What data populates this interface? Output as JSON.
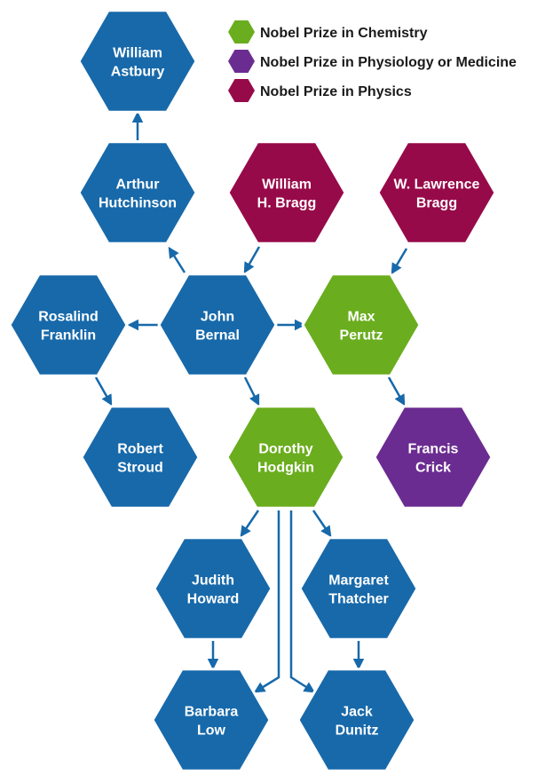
{
  "colors": {
    "none": "#1769aa",
    "chemistry": "#6aad1e",
    "medicine": "#6b2c91",
    "physics": "#970a49",
    "edge": "#1769aa"
  },
  "legend": [
    {
      "key": "chemistry",
      "label": "Nobel Prize in Chemistry"
    },
    {
      "key": "medicine",
      "label": "Nobel Prize in Physiology or Medicine"
    },
    {
      "key": "physics",
      "label": "Nobel Prize in Physics"
    }
  ],
  "people": [
    {
      "id": "william-astbury",
      "lines": [
        "William",
        "Astbury"
      ],
      "prize": "none"
    },
    {
      "id": "arthur-hutchinson",
      "lines": [
        "Arthur",
        "Hutchinson"
      ],
      "prize": "none"
    },
    {
      "id": "william-h-bragg",
      "lines": [
        "William",
        "H. Bragg"
      ],
      "prize": "physics"
    },
    {
      "id": "w-lawrence-bragg",
      "lines": [
        "W. Lawrence",
        "Bragg"
      ],
      "prize": "physics"
    },
    {
      "id": "rosalind-franklin",
      "lines": [
        "Rosalind",
        "Franklin"
      ],
      "prize": "none"
    },
    {
      "id": "john-bernal",
      "lines": [
        "John",
        "Bernal"
      ],
      "prize": "none"
    },
    {
      "id": "max-perutz",
      "lines": [
        "Max",
        "Perutz"
      ],
      "prize": "chemistry"
    },
    {
      "id": "robert-stroud",
      "lines": [
        "Robert",
        "Stroud"
      ],
      "prize": "none"
    },
    {
      "id": "dorothy-hodgkin",
      "lines": [
        "Dorothy",
        "Hodgkin"
      ],
      "prize": "chemistry"
    },
    {
      "id": "francis-crick",
      "lines": [
        "Francis",
        "Crick"
      ],
      "prize": "medicine"
    },
    {
      "id": "judith-howard",
      "lines": [
        "Judith",
        "Howard"
      ],
      "prize": "none"
    },
    {
      "id": "margaret-thatcher",
      "lines": [
        "Margaret",
        "Thatcher"
      ],
      "prize": "none"
    },
    {
      "id": "barbara-low",
      "lines": [
        "Barbara",
        "Low"
      ],
      "prize": "none"
    },
    {
      "id": "jack-dunitz",
      "lines": [
        "Jack",
        "Dunitz"
      ],
      "prize": "none"
    }
  ],
  "links": [
    {
      "from": "arthur-hutchinson",
      "to": "william-astbury"
    },
    {
      "from": "john-bernal",
      "to": "arthur-hutchinson"
    },
    {
      "from": "william-h-bragg",
      "to": "john-bernal"
    },
    {
      "from": "w-lawrence-bragg",
      "to": "max-perutz"
    },
    {
      "from": "john-bernal",
      "to": "rosalind-franklin"
    },
    {
      "from": "john-bernal",
      "to": "max-perutz"
    },
    {
      "from": "rosalind-franklin",
      "to": "robert-stroud"
    },
    {
      "from": "john-bernal",
      "to": "dorothy-hodgkin"
    },
    {
      "from": "max-perutz",
      "to": "francis-crick"
    },
    {
      "from": "dorothy-hodgkin",
      "to": "judith-howard"
    },
    {
      "from": "dorothy-hodgkin",
      "to": "margaret-thatcher"
    },
    {
      "from": "judith-howard",
      "to": "barbara-low"
    },
    {
      "from": "margaret-thatcher",
      "to": "jack-dunitz"
    },
    {
      "from": "dorothy-hodgkin",
      "to": "barbara-low"
    },
    {
      "from": "dorothy-hodgkin",
      "to": "jack-dunitz"
    }
  ]
}
